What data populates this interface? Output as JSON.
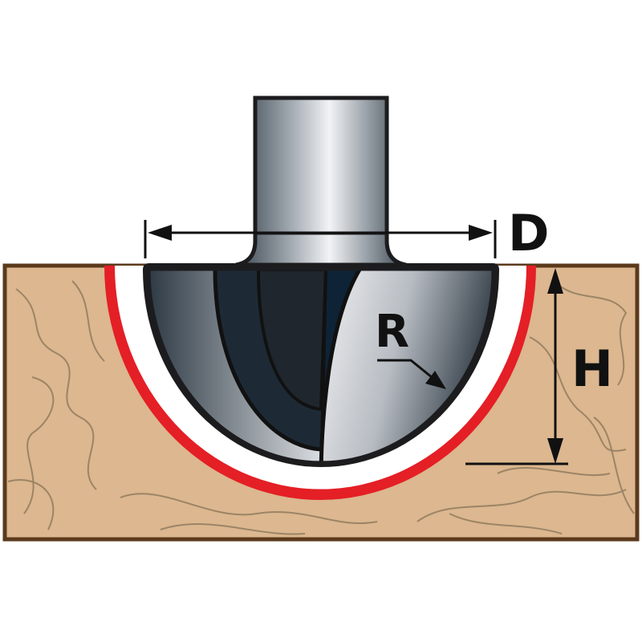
{
  "labels": {
    "diameter": "D",
    "radius": "R",
    "height": "H"
  },
  "colors": {
    "wood": "#dcb78f",
    "wood_border": "#5b3a1c",
    "wood_grain": "#9c8466",
    "groove_outline": "#e41f26",
    "cutter_outline": "#1c1c1e",
    "cutter_dark": "#1d2a36",
    "steel_light": "#e4e6ea"
  }
}
